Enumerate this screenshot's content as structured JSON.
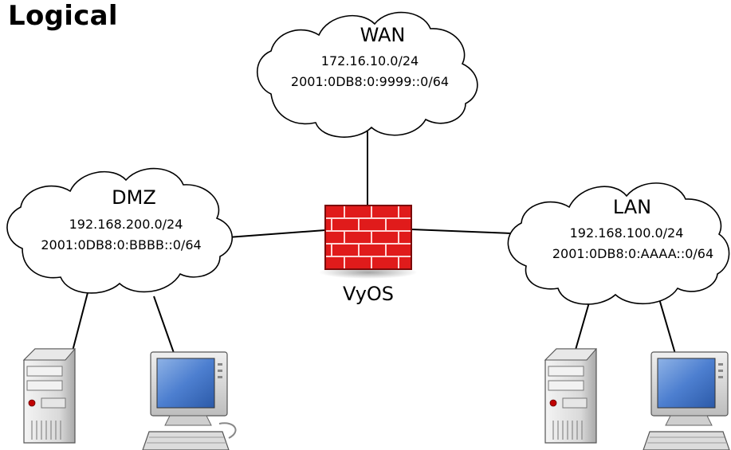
{
  "title": "Logical",
  "networks": [
    {
      "name": "WAN",
      "ipv4": "172.16.10.0/24",
      "ipv6": "2001:0DB8:0:9999::0/64"
    },
    {
      "name": "DMZ",
      "ipv4": "192.168.200.0/24",
      "ipv6": "2001:0DB8:0:BBBB::0/64"
    },
    {
      "name": "LAN",
      "ipv4": "192.168.100.0/24",
      "ipv6": "2001:0DB8:0:AAAA::0/64"
    }
  ],
  "router": {
    "label": "VyOS",
    "icon": "firewall-icon",
    "color": "#e01b1b"
  },
  "hosts": [
    {
      "icon": "server-tower-icon",
      "network": "DMZ"
    },
    {
      "icon": "desktop-computer-icon",
      "network": "DMZ"
    },
    {
      "icon": "server-tower-icon",
      "network": "LAN"
    },
    {
      "icon": "desktop-computer-icon",
      "network": "LAN"
    }
  ]
}
